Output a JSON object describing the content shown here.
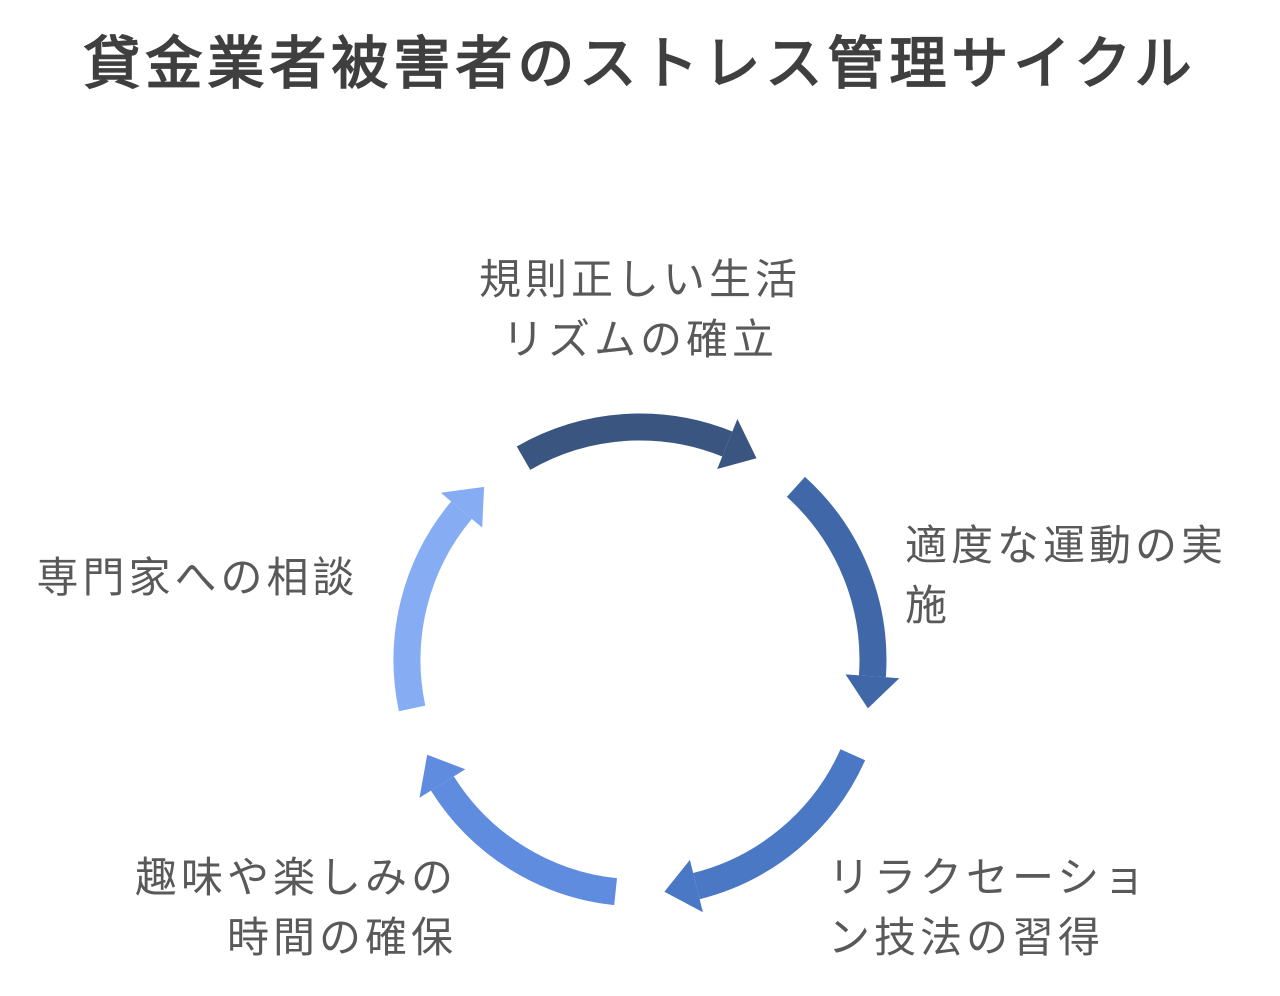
{
  "title": "貸金業者被害者のストレス管理サイクル",
  "cycle": {
    "type": "cycle-diagram",
    "direction": "clockwise",
    "steps": [
      {
        "position": "top",
        "label": "規則正しい生活\nリズムの確立",
        "arrow_color": "#3A5680"
      },
      {
        "position": "right",
        "label": "適度な運動の実\n施",
        "arrow_color": "#4068A9"
      },
      {
        "position": "bottom-right",
        "label": "リラクセーショ\nン技法の習得",
        "arrow_color": "#4B78C5"
      },
      {
        "position": "bottom-left",
        "label": "趣味や楽しみの\n時間の確保",
        "arrow_color": "#608CE0"
      },
      {
        "position": "left",
        "label": "専門家への相談",
        "arrow_color": "#86ADF3"
      }
    ]
  },
  "colors": {
    "background": "#ffffff",
    "title_text": "#3f3f3f",
    "label_text": "#595959"
  }
}
